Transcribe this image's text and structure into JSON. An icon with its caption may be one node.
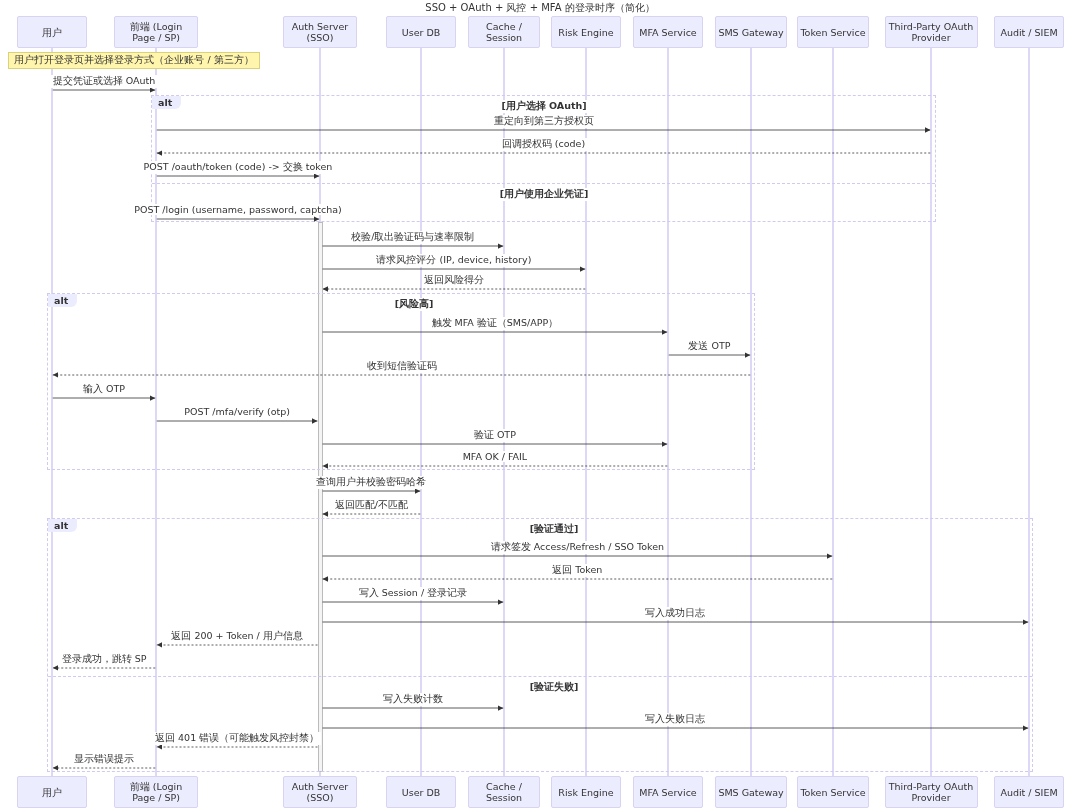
{
  "diagram": {
    "title": "SSO + OAuth + 风控 + MFA 的登录时序（简化）",
    "nodes": [
      {
        "text": [
          "用户"
        ]
      },
      {
        "text": [
          "前端 (Login Page / SP)"
        ]
      },
      {
        "text": [
          "Auth Server (SSO)"
        ]
      },
      {
        "text": [
          "User DB"
        ]
      },
      {
        "text": [
          "Cache / Session"
        ]
      },
      {
        "text": [
          "Risk Engine"
        ]
      },
      {
        "text": [
          "MFA Service"
        ]
      },
      {
        "text": [
          "SMS Gateway"
        ]
      },
      {
        "text": [
          "Token Service"
        ]
      },
      {
        "text": [
          "Third-Party OAuth Provider"
        ]
      },
      {
        "text": [
          "Audit / SIEM"
        ]
      },
      {
        "text": [
          "用户"
        ]
      },
      {
        "text": [
          "前端 (Login Page / SP)"
        ]
      },
      {
        "text": [
          "Auth Server (SSO)"
        ]
      },
      {
        "text": [
          "User DB"
        ]
      },
      {
        "text": [
          "Cache / Session"
        ]
      },
      {
        "text": [
          "Risk Engine"
        ]
      },
      {
        "text": [
          "MFA Service"
        ]
      },
      {
        "text": [
          "SMS Gateway"
        ]
      },
      {
        "text": [
          "Token Service"
        ]
      },
      {
        "text": [
          "Third-Party OAuth Provider"
        ]
      },
      {
        "text": [
          "Audit / SIEM"
        ]
      },
      {
        "text": [
          "用户打开登录页并选择登录方式（企业账号 / 第三方）"
        ]
      },
      {
        "text": [],
        "shape": "bar"
      },
      {
        "text": [],
        "shape": "bar"
      },
      {
        "text": [],
        "shape": "bar"
      },
      {
        "text": [],
        "shape": "bar"
      },
      {
        "text": [],
        "shape": "bar"
      },
      {
        "text": [],
        "shape": "bar"
      },
      {
        "text": [],
        "shape": "bar"
      },
      {
        "text": [],
        "shape": "bar"
      },
      {
        "text": [],
        "shape": "bar"
      },
      {
        "text": [],
        "shape": "bar"
      },
      {
        "text": [],
        "shape": "bar"
      },
      {
        "text": [],
        "shape": "bar"
      }
    ],
    "edges": [
      {
        "from": 23,
        "to": 24,
        "arrow": "to",
        "label": "提交凭证或选择 OAuth"
      },
      {
        "from": 24,
        "to": 32,
        "arrow": "to",
        "label": "重定向到第三方授权页"
      },
      {
        "from": 32,
        "to": 24,
        "arrow": "to",
        "label": "回调授权码 (code)",
        "style": "dashed"
      },
      {
        "from": 24,
        "to": 25,
        "arrow": "to",
        "label": "POST /oauth/token (code) -> 交换 token"
      },
      {
        "from": 24,
        "to": 25,
        "arrow": "to",
        "label": "POST /login (username, password, captcha)"
      },
      {
        "from": 34,
        "to": 27,
        "arrow": "to",
        "label": "校验/取出验证码与速率限制"
      },
      {
        "from": 34,
        "to": 28,
        "arrow": "to",
        "label": "请求风控评分 (IP, device, history)"
      },
      {
        "from": 28,
        "to": 34,
        "arrow": "to",
        "label": "返回风险得分",
        "style": "dashed"
      },
      {
        "from": 34,
        "to": 29,
        "arrow": "to",
        "label": "触发 MFA 验证（SMS/APP）"
      },
      {
        "from": 29,
        "to": 30,
        "arrow": "to",
        "label": "发送 OTP"
      },
      {
        "from": 30,
        "to": 23,
        "arrow": "to",
        "label": "收到短信验证码",
        "style": "dashed"
      },
      {
        "from": 23,
        "to": 24,
        "arrow": "to",
        "label": "输入 OTP"
      },
      {
        "from": 24,
        "to": 34,
        "arrow": "to",
        "label": "POST /mfa/verify (otp)"
      },
      {
        "from": 34,
        "to": 29,
        "arrow": "to",
        "label": "验证 OTP"
      },
      {
        "from": 29,
        "to": 34,
        "arrow": "to",
        "label": "MFA OK / FAIL",
        "style": "dashed"
      },
      {
        "from": 34,
        "to": 26,
        "arrow": "to",
        "label": "查询用户并校验密码哈希"
      },
      {
        "from": 26,
        "to": 34,
        "arrow": "to",
        "label": "返回匹配/不匹配",
        "style": "dashed"
      },
      {
        "from": 34,
        "to": 31,
        "arrow": "to",
        "label": "请求签发 Access/Refresh / SSO Token"
      },
      {
        "from": 31,
        "to": 34,
        "arrow": "to",
        "label": "返回 Token",
        "style": "dashed"
      },
      {
        "from": 34,
        "to": 27,
        "arrow": "to",
        "label": "写入 Session / 登录记录"
      },
      {
        "from": 34,
        "to": 33,
        "arrow": "to",
        "label": "写入成功日志"
      },
      {
        "from": 34,
        "to": 24,
        "arrow": "to",
        "label": "返回 200 + Token / 用户信息",
        "style": "dashed"
      },
      {
        "from": 24,
        "to": 23,
        "arrow": "to",
        "label": "登录成功，跳转 SP",
        "style": "dashed"
      },
      {
        "from": 34,
        "to": 27,
        "arrow": "to",
        "label": "写入失败计数"
      },
      {
        "from": 34,
        "to": 33,
        "arrow": "to",
        "label": "写入失败日志"
      },
      {
        "from": 34,
        "to": 24,
        "arrow": "to",
        "label": "返回 401 错误（可能触发风控封禁）",
        "style": "dashed"
      },
      {
        "from": 24,
        "to": 23,
        "arrow": "to",
        "label": "显示错误提示",
        "style": "dashed"
      }
    ],
    "labels": [
      "alt",
      "[用户选择 OAuth]",
      "[用户使用企业凭证]",
      "alt",
      "[风险高]",
      "alt",
      "[验证通过]",
      "[验证失败]"
    ]
  }
}
